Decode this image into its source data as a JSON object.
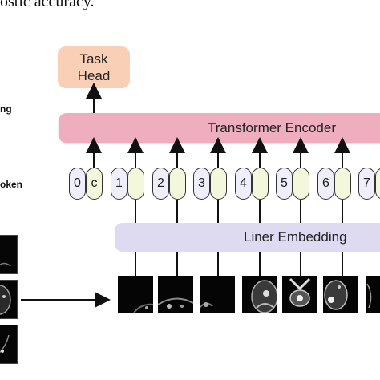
{
  "caption_fragment": "ostic accuracy.",
  "task_head": {
    "line1": "Task",
    "line2": "Head"
  },
  "transformer_encoder": {
    "label": "Transformer Encoder"
  },
  "liner_embedding": {
    "label": "Liner Embedding"
  },
  "side_labels": {
    "upper": "ng",
    "lower": "oken"
  },
  "tokens": [
    {
      "num": "0",
      "emb": "c"
    },
    {
      "num": "1",
      "emb": ""
    },
    {
      "num": "2",
      "emb": ""
    },
    {
      "num": "3",
      "emb": ""
    },
    {
      "num": "4",
      "emb": ""
    },
    {
      "num": "5",
      "emb": ""
    },
    {
      "num": "6",
      "emb": ""
    },
    {
      "num": "7",
      "emb": ""
    }
  ],
  "colors": {
    "task_head": "#f9cfb6",
    "transformer_encoder": "#eeaec0",
    "liner_embedding": "#dedaf2",
    "position_token": "#efeefb",
    "patch_token": "#f3f8dc"
  }
}
